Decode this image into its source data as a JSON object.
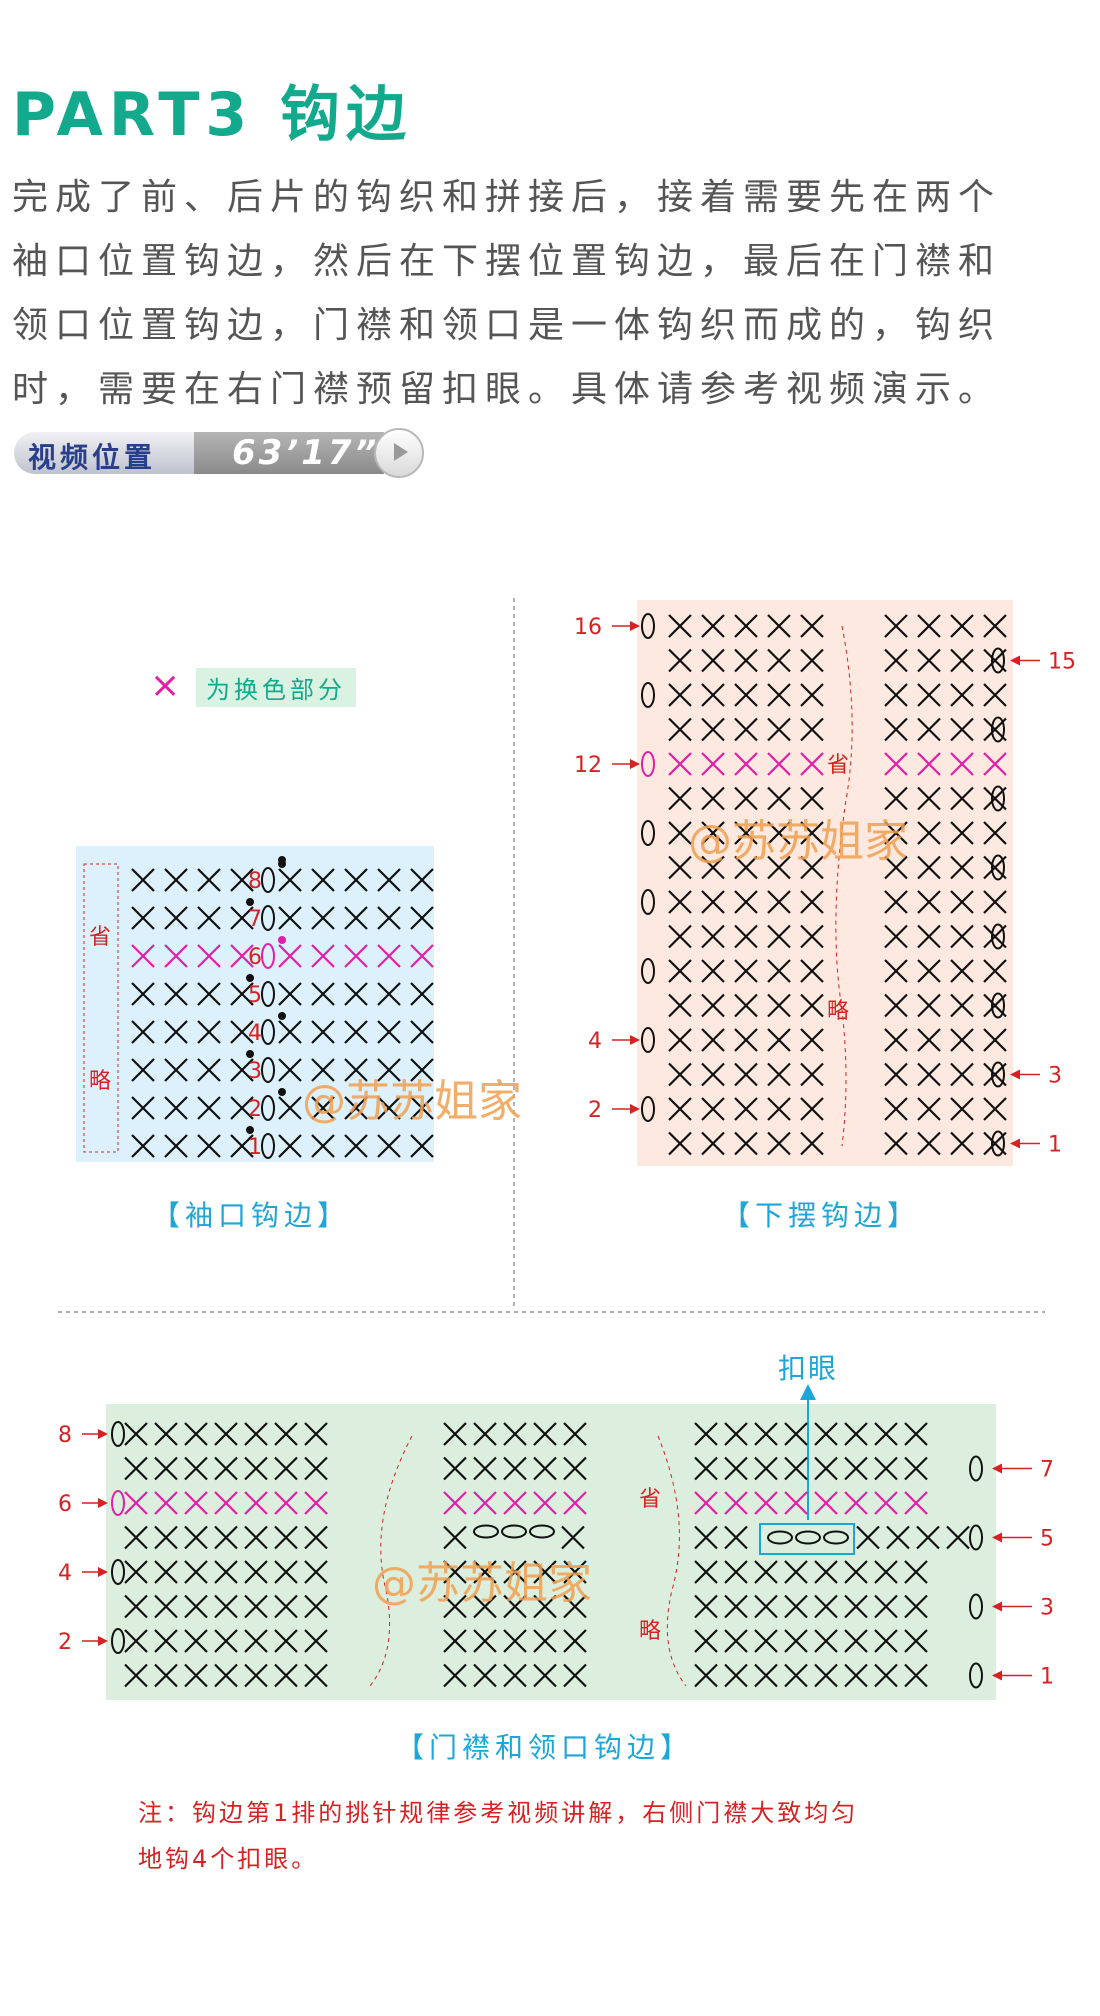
{
  "header": {
    "title": "PART3  钩边"
  },
  "intro": {
    "lines": [
      "完成了前、后片的钩织和拼接后，接着需要先在两个",
      "袖口位置钩边，然后在下摆位置钩边，最后在门襟和",
      "领口位置钩边，门襟和领口是一体钩织而成的，钩织",
      "时，需要在右门襟预留扣眼。具体请参考视频演示。"
    ]
  },
  "video": {
    "label": "视频位置",
    "time": "63’17”"
  },
  "legend": {
    "mark": "×",
    "text": "为换色部分"
  },
  "watermark": "@苏苏姐家",
  "labels": {
    "sheng": "省",
    "lue": "略",
    "buttonhole": "扣眼",
    "sleeve_rows": [
      "8",
      "7",
      "6",
      "5",
      "4",
      "3",
      "2",
      "1"
    ],
    "hem_left_rows": [
      "16",
      "12",
      "4",
      "2"
    ],
    "hem_right_rows": [
      "15",
      "3",
      "1"
    ],
    "placket_left_rows": [
      "8",
      "6",
      "4",
      "2"
    ],
    "placket_right_rows": [
      "7",
      "5",
      "3",
      "1"
    ]
  },
  "captions": {
    "sleeve": "【袖口钩边】",
    "hem": "【下摆钩边】",
    "placket": "【门襟和领口钩边】"
  },
  "note": {
    "lines": [
      "注：钩边第1排的挑针规律参考视频讲解，右侧门襟大致均匀",
      "地钩4个扣眼。"
    ]
  },
  "colors": {
    "title": "#12a98c",
    "accent_pink": "#e21fa7",
    "label_red": "#d62222",
    "caption_blue": "#1fa6d8",
    "sleeve_bg": "#ddf1fc",
    "hem_bg": "#fde9df",
    "placket_bg": "#dcefde",
    "watermark": "#f0a050"
  }
}
